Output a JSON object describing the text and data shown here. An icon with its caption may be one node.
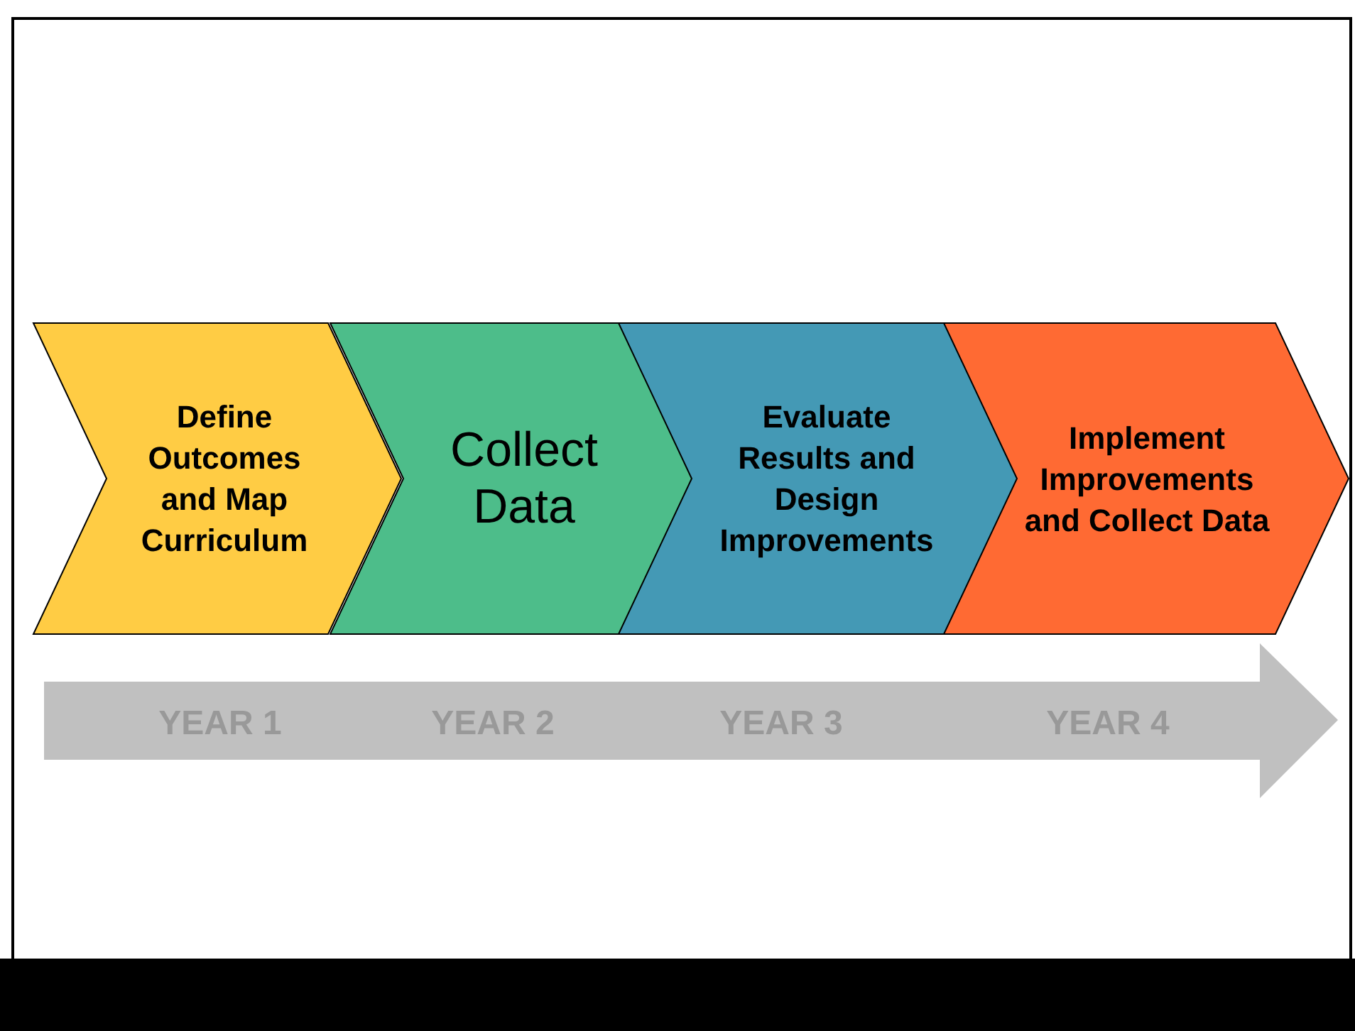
{
  "diagram": {
    "nodes": [
      {
        "text": [
          "Define Outcomes and Map Curriculum"
        ]
      },
      {
        "text": [
          "Collect Data"
        ]
      },
      {
        "text": [
          "Evaluate Results and Design Improvements"
        ]
      },
      {
        "text": [
          "Implement Improvements and Collect Data"
        ]
      }
    ],
    "labels": [
      "YEAR 1",
      "YEAR 2",
      "YEAR 3",
      "YEAR 4"
    ]
  }
}
